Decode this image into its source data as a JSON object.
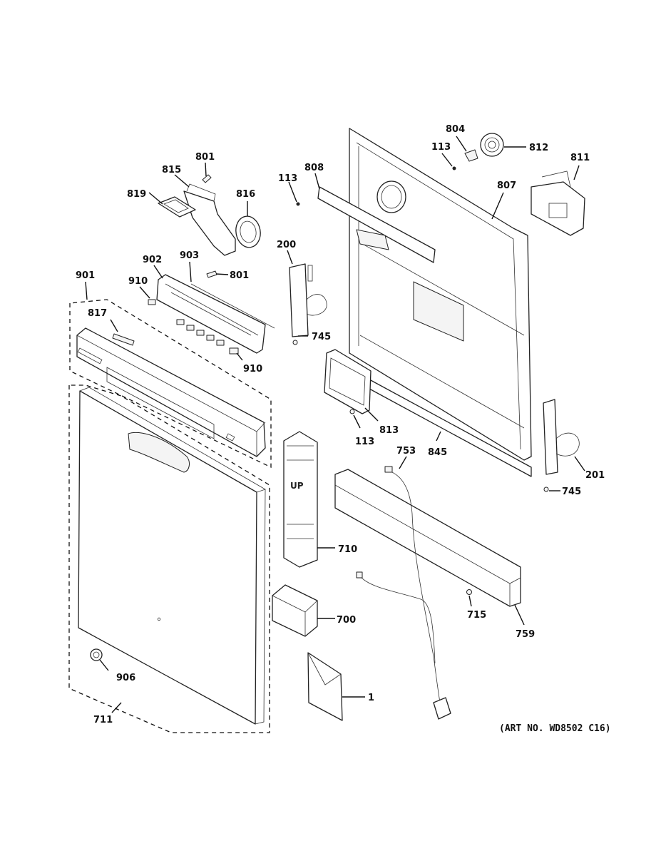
{
  "labels": {
    "p801a": "801",
    "p815": "815",
    "p819": "819",
    "p816": "816",
    "p113a": "113",
    "p808": "808",
    "p804": "804",
    "p113b": "113",
    "p812": "812",
    "p811": "811",
    "p807": "807",
    "p902": "902",
    "p903": "903",
    "p801b": "801",
    "p200": "200",
    "p901": "901",
    "p910a": "910",
    "p817": "817",
    "p745a": "745",
    "p910b": "910",
    "p813": "813",
    "p113c": "113",
    "p845": "845",
    "p753": "753",
    "p201": "201",
    "p745b": "745",
    "p710": "710",
    "p715": "715",
    "p759": "759",
    "p700": "700",
    "p906": "906",
    "p1": "1",
    "p711": "711"
  },
  "art_number": "(ART NO. WD8502 C16)",
  "insulation_marking": "UP"
}
